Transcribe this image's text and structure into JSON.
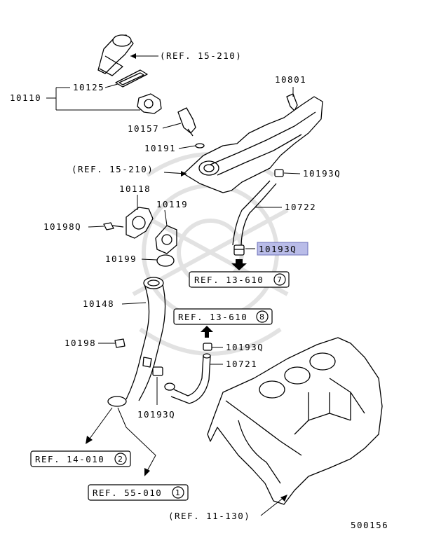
{
  "labels": {
    "p10110": "10110",
    "p10125": "10125",
    "p10157": "10157",
    "p10191": "10191",
    "p10801": "10801",
    "p10193q_a": "10193Q",
    "p10722": "10722",
    "p10193q_b": "10193Q",
    "p10118": "10118",
    "p10119": "10119",
    "p10198q": "10198Q",
    "p10199": "10199",
    "p10148": "10148",
    "p10198": "10198",
    "p10193q_c": "10193Q",
    "p10721": "10721",
    "p10193q_d": "10193Q"
  },
  "refs": {
    "r15_210_top": "(REF. 15-210)",
    "r15_210_mid": "(REF. 15-210)",
    "r13_610_7": "REF. 13-610",
    "r13_610_7_num": "7",
    "r13_610_8": "REF. 13-610",
    "r13_610_8_num": "8",
    "r14_010": "REF. 14-010",
    "r14_010_num": "2",
    "r55_010": "REF. 55-010",
    "r55_010_num": "1",
    "r11_130": "(REF. 11-130)"
  },
  "diagram_code": "500156",
  "colors": {
    "highlight": "#b9bce8",
    "ink": "#000000"
  }
}
